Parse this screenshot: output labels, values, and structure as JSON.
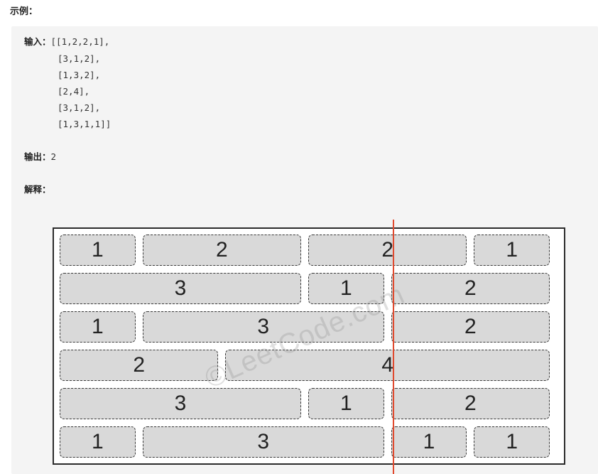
{
  "heading": "示例：",
  "input_label": "输入：",
  "input_rows": [
    "[[1,2,2,1],",
    "[3,1,2],",
    "[1,3,2],",
    "[2,4],",
    "[3,1,2],",
    "[1,3,1,1]]"
  ],
  "output_label": "输出：",
  "output_value": "2",
  "explain_label": "解释：",
  "wall": {
    "rows": [
      [
        "1",
        "2",
        "2",
        "1"
      ],
      [
        "3",
        "1",
        "2"
      ],
      [
        "1",
        "3",
        "2"
      ],
      [
        "2",
        "4"
      ],
      [
        "3",
        "1",
        "2"
      ],
      [
        "1",
        "3",
        "1",
        "1"
      ]
    ],
    "brick_color": "#d9d9d9",
    "cut_line_color": "#e04a2f"
  },
  "watermark": "©LeetCode.com"
}
